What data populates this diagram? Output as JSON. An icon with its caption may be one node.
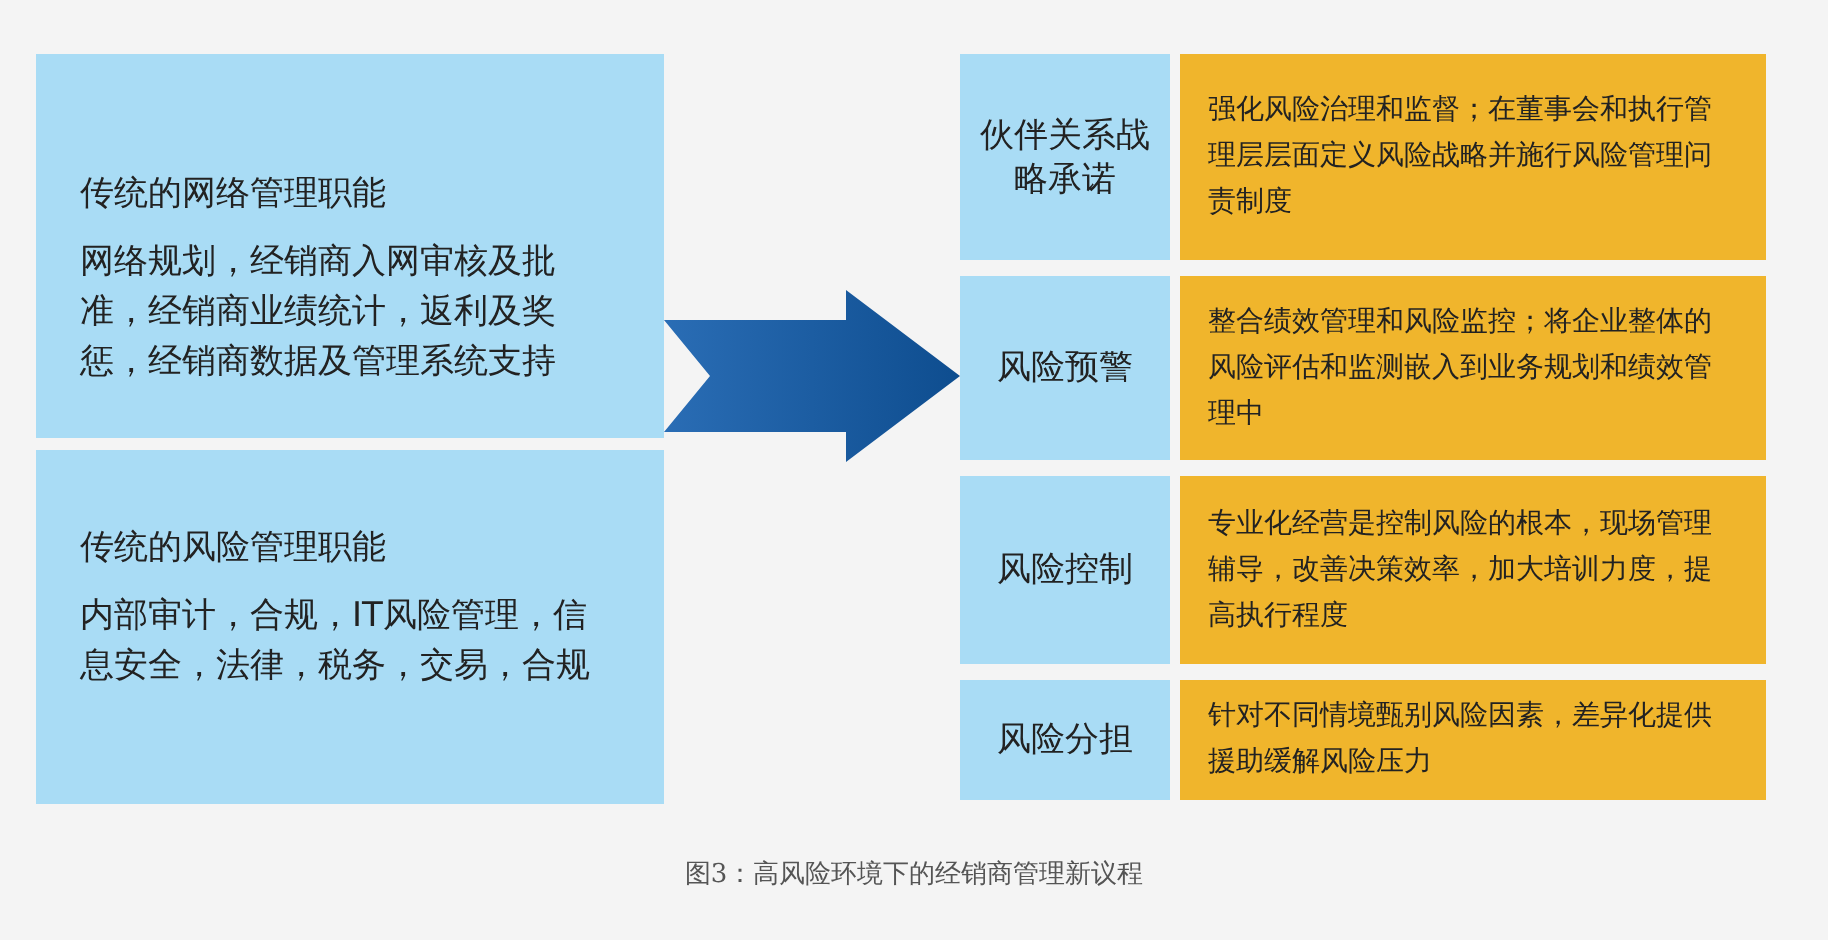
{
  "diagram": {
    "caption": "图3：高风险环境下的经销商管理新议程",
    "nodes": [
      {
        "text": [
          "传统的网络管理职能",
          "网络规划，经销商入网审核及批准，经销商业绩统计，返利及奖惩，经销商数据及管理系统支持"
        ]
      },
      {
        "text": [
          "传统的风险管理职能",
          "内部审计，合规，IT风险管理，信息安全，法律，税务，交易，合规"
        ]
      },
      {
        "text": [
          "伙伴关系战略承诺"
        ]
      },
      {
        "text": [
          "强化风险治理和监督；在董事会和执行管理层层面定义风险战略并施行风险管理问责制度"
        ]
      },
      {
        "text": [
          "风险预警"
        ]
      },
      {
        "text": [
          "整合绩效管理和风险监控；将企业整体的风险评估和监测嵌入到业务规划和绩效管理中"
        ]
      },
      {
        "text": [
          "风险控制"
        ]
      },
      {
        "text": [
          "专业化经营是控制风险的根本，现场管理辅导，改善决策效率，加大培训力度，提高执行程度"
        ]
      },
      {
        "text": [
          "风险分担"
        ]
      },
      {
        "text": [
          "针对不同情境甄别风险因素，差异化提供援助缓解风险压力"
        ]
      }
    ],
    "edges": [
      {
        "from": 0,
        "to": 4,
        "arrow": "to"
      }
    ]
  }
}
